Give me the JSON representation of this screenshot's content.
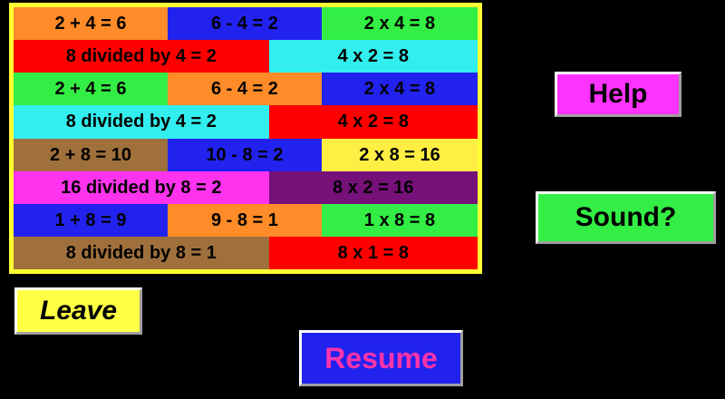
{
  "colors": {
    "background": "#000000",
    "frame_border": "#ffff33",
    "orange": "#ff8c28",
    "blue": "#2222ee",
    "green": "#33ee44",
    "red": "#ff0000",
    "cyan": "#33eeee",
    "brown": "#a0703c",
    "yellow": "#ffee44",
    "magenta": "#ff33ee",
    "purple": "#77117a"
  },
  "fact_table": {
    "rows": [
      {
        "kind": "three",
        "cells": [
          {
            "text": "2 + 4 = 6",
            "bg": "#ff8c28"
          },
          {
            "text": "6 - 4 = 2",
            "bg": "#2222ee"
          },
          {
            "text": "2 x 4 = 8",
            "bg": "#33ee44"
          }
        ]
      },
      {
        "kind": "two",
        "cells": [
          {
            "text": "8 divided by 4 = 2",
            "bg": "#ff0000"
          },
          {
            "text": "4 x 2 = 8",
            "bg": "#33eeee"
          }
        ]
      },
      {
        "kind": "three",
        "cells": [
          {
            "text": "2 + 4 = 6",
            "bg": "#33ee44"
          },
          {
            "text": "6 - 4 = 2",
            "bg": "#ff8c28"
          },
          {
            "text": "2 x 4 = 8",
            "bg": "#2222ee"
          }
        ]
      },
      {
        "kind": "two",
        "cells": [
          {
            "text": "8 divided by 4 = 2",
            "bg": "#33eeee"
          },
          {
            "text": "4 x 2 = 8",
            "bg": "#ff0000"
          }
        ]
      },
      {
        "kind": "three",
        "cells": [
          {
            "text": "2 + 8 = 10",
            "bg": "#a0703c"
          },
          {
            "text": "10 - 8 = 2",
            "bg": "#2222ee"
          },
          {
            "text": "2 x 8 = 16",
            "bg": "#ffee44"
          }
        ]
      },
      {
        "kind": "two",
        "cells": [
          {
            "text": "16 divided by 8 = 2",
            "bg": "#ff33ee"
          },
          {
            "text": "8 x 2 = 16",
            "bg": "#77117a"
          }
        ]
      },
      {
        "kind": "three",
        "cells": [
          {
            "text": "1 + 8 = 9",
            "bg": "#2222ee"
          },
          {
            "text": "9 - 8 = 1",
            "bg": "#ff8c28"
          },
          {
            "text": "1 x 8 = 8",
            "bg": "#33ee44"
          }
        ]
      },
      {
        "kind": "two",
        "cells": [
          {
            "text": "8 divided by 8 = 1",
            "bg": "#a0703c"
          },
          {
            "text": "8 x 1 = 8",
            "bg": "#ff0000"
          }
        ]
      }
    ]
  },
  "buttons": {
    "help": {
      "label": "Help",
      "bg": "#ff33ff",
      "fg": "#000000"
    },
    "sound": {
      "label": "Sound?",
      "bg": "#33ee44",
      "fg": "#000000"
    },
    "leave": {
      "label": "Leave",
      "bg": "#ffff44",
      "fg": "#000000"
    },
    "resume": {
      "label": "Resume",
      "bg": "#2222ee",
      "fg": "#ff33aa"
    }
  }
}
